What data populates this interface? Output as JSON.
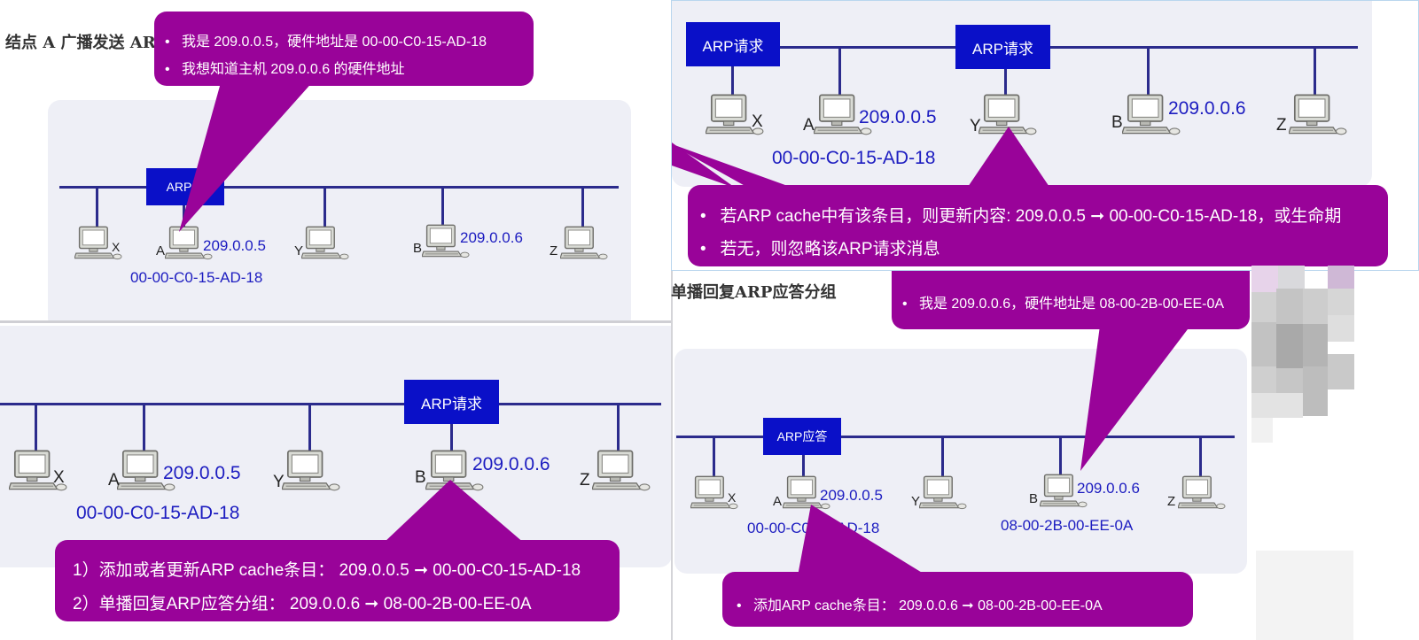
{
  "colors": {
    "bus": "#2b2b8c",
    "ip_text": "#1c1cc0",
    "arp_box": "#0a10c8",
    "callout": "#990399",
    "lan_bg": "#eeeff6"
  },
  "icons": {
    "host": "desktop-computer-icon"
  },
  "panel1": {
    "heading": "结点 A 广播发送 AR",
    "arp_label": "ARP请",
    "callout": [
      "我是 209.0.0.5，硬件地址是 00-00-C0-15-AD-18",
      "我想知道主机 209.0.0.6 的硬件地址"
    ],
    "hosts": {
      "x": "X",
      "a": "A",
      "y": "Y",
      "b": "B",
      "z": "Z"
    },
    "a_ip": "209.0.0.5",
    "a_mac": "00-00-C0-15-AD-18",
    "b_ip": "209.0.0.6"
  },
  "panel2": {
    "arp_label_1": "ARP请求",
    "arp_label_2": "ARP请求",
    "hosts": {
      "x": "X",
      "a": "A",
      "y": "Y",
      "b": "B",
      "z": "Z"
    },
    "a_ip": "209.0.0.5",
    "a_mac": "00-00-C0-15-AD-18",
    "b_ip": "209.0.0.6",
    "callout": [
      "若ARP cache中有该条目，则更新内容: 209.0.0.5 ➞ 00-00-C0-15-AD-18，或生命期",
      "若无，则忽略该ARP请求消息"
    ]
  },
  "panel3": {
    "arp_label": "ARP请求",
    "hosts": {
      "x": "X",
      "a": "A",
      "y": "Y",
      "b": "B",
      "z": "Z"
    },
    "a_ip": "209.0.0.5",
    "a_mac": "00-00-C0-15-AD-18",
    "b_ip": "209.0.0.6",
    "callout": [
      "1）添加或者更新ARP cache条目： 209.0.0.5 ➞ 00-00-C0-15-AD-18",
      "2）单播回复ARP应答分组： 209.0.0.6 ➞ 08-00-2B-00-EE-0A"
    ]
  },
  "panel4": {
    "heading": "单播回复ARP应答分组",
    "arp_label": "ARP应答",
    "callout_top": "我是 209.0.0.6，硬件地址是 08-00-2B-00-EE-0A",
    "hosts": {
      "x": "X",
      "a": "A",
      "y": "Y",
      "b": "B",
      "z": "Z"
    },
    "a_ip": "209.0.0.5",
    "a_mac": "00-00-C0-15-AD-18",
    "b_ip": "209.0.0.6",
    "b_mac": "08-00-2B-00-EE-0A",
    "callout_bottom": "添加ARP cache条目： 209.0.0.6 ➞ 08-00-2B-00-EE-0A"
  }
}
